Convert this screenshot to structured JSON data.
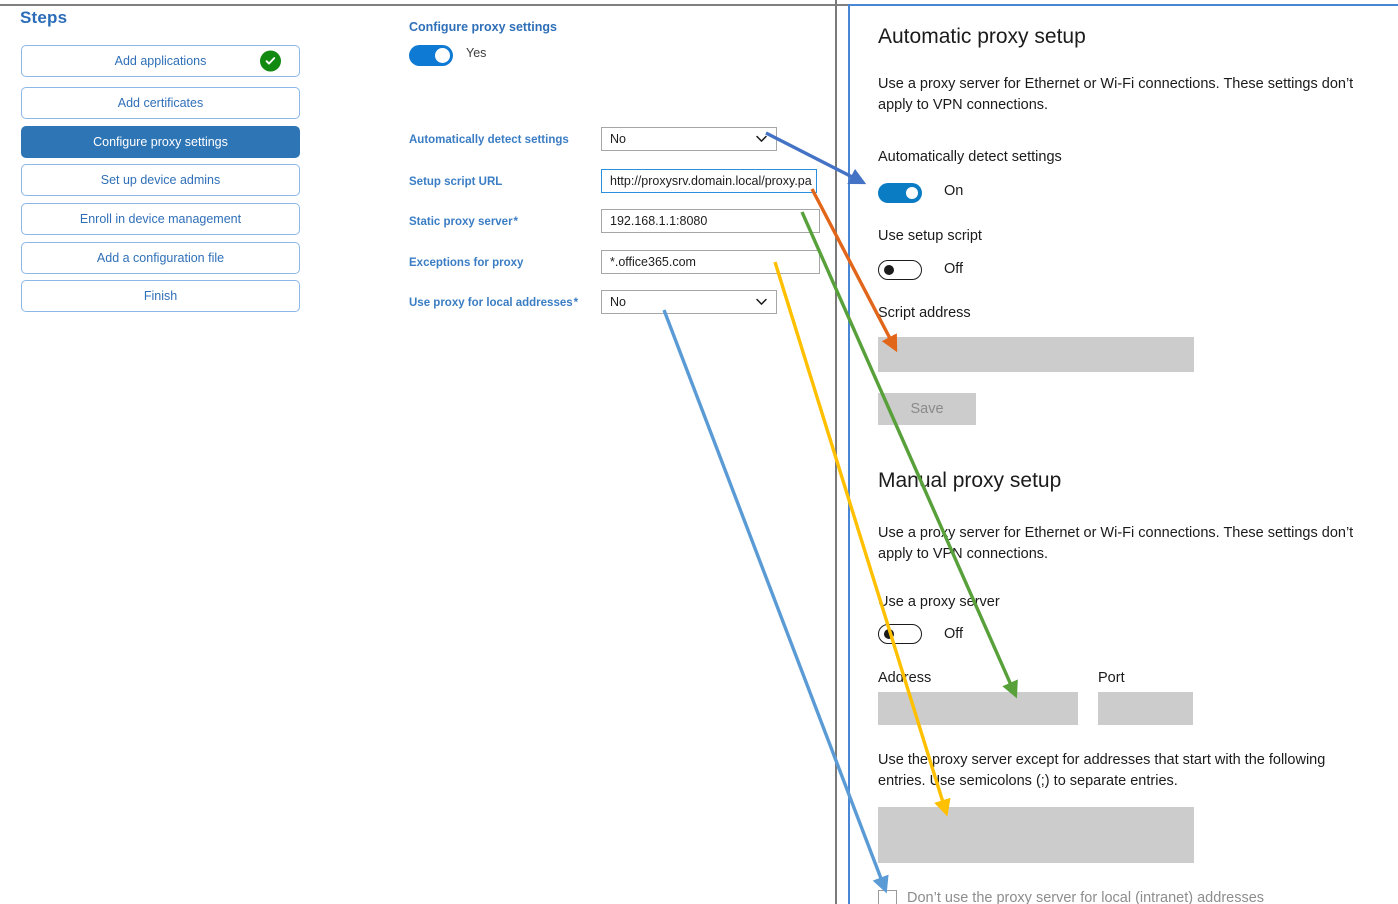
{
  "steps_panel": {
    "title": "Steps",
    "items": [
      {
        "label": "Add applications",
        "state": "complete",
        "icon": "check-circle-icon"
      },
      {
        "label": "Add certificates",
        "state": "default"
      },
      {
        "label": "Configure proxy settings",
        "state": "active"
      },
      {
        "label": "Set up device admins",
        "state": "default"
      },
      {
        "label": "Enroll in device management",
        "state": "default"
      },
      {
        "label": "Add a configuration file",
        "state": "default"
      },
      {
        "label": "Finish",
        "state": "default"
      }
    ]
  },
  "form": {
    "title": "Configure proxy settings",
    "enable_toggle": {
      "value": "Yes",
      "on": true
    },
    "fields": [
      {
        "label": "Automatically detect settings",
        "required": false,
        "type": "select",
        "value": "No"
      },
      {
        "label": "Setup script URL",
        "required": false,
        "type": "text",
        "value": "http://proxysrv.domain.local/proxy.pa",
        "focused": true
      },
      {
        "label": "Static proxy server",
        "required": true,
        "type": "text",
        "value": "192.168.1.1:8080"
      },
      {
        "label": "Exceptions for proxy",
        "required": false,
        "type": "text",
        "value": "*.office365.com"
      },
      {
        "label": "Use proxy for local addresses",
        "required": true,
        "type": "select",
        "value": "No"
      }
    ]
  },
  "windows_settings": {
    "automatic": {
      "heading": "Automatic proxy setup",
      "description": "Use a proxy server for Ethernet or Wi-Fi connections. These settings don’t apply to VPN connections.",
      "auto_detect_label": "Automatically detect settings",
      "auto_detect_state": "On",
      "use_script_label": "Use setup script",
      "use_script_state": "Off",
      "script_address_label": "Script address",
      "script_address_value": "",
      "save_label": "Save"
    },
    "manual": {
      "heading": "Manual proxy setup",
      "description": "Use a proxy server for Ethernet or Wi-Fi connections. These settings don’t apply to VPN connections.",
      "use_proxy_label": "Use a proxy server",
      "use_proxy_state": "Off",
      "address_label": "Address",
      "address_value": "",
      "port_label": "Port",
      "port_value": "",
      "exceptions_description": "Use the proxy server except for addresses that start with the following entries. Use semicolons (;) to separate entries.",
      "exceptions_value": "",
      "bypass_local_label": "Don’t use the proxy server for local (intranet) addresses",
      "bypass_local_checked": false
    }
  },
  "annotations": {
    "arrows": [
      {
        "name": "blue-arrow-auto-detect",
        "color": "#4472c4",
        "from": "Automatically detect settings dropdown",
        "to": "Automatically detect settings toggle"
      },
      {
        "name": "orange-arrow-script-url",
        "color": "#e2661a",
        "from": "Setup script URL field",
        "to": "Script address box"
      },
      {
        "name": "green-arrow-static-proxy",
        "color": "#57a03a",
        "from": "Static proxy server field",
        "to": "Address box"
      },
      {
        "name": "yellow-arrow-exceptions",
        "color": "#ffc000",
        "from": "Exceptions for proxy field",
        "to": "Exceptions box"
      },
      {
        "name": "lightblue-arrow-local-addresses",
        "color": "#5b9bd5",
        "from": "Use proxy for local addresses dropdown",
        "to": "Don’t use the proxy server for local (intranet) addresses checkbox"
      }
    ]
  },
  "colors": {
    "accent_blue": "#2e75b6",
    "label_blue": "#3a7dc4",
    "toggle_on": "#0f7ad4",
    "check_green": "#128a12",
    "panel_border": "#4a86d6",
    "field_fill": "#cccccc"
  }
}
